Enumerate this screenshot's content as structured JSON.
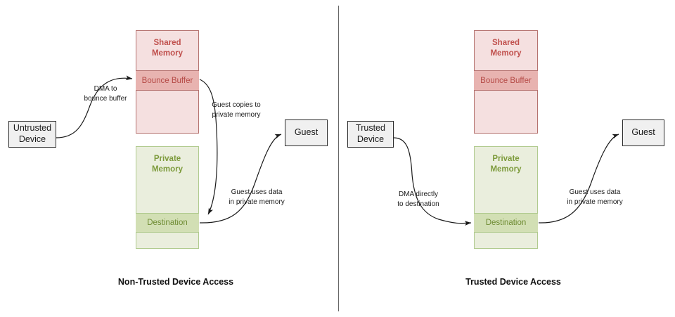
{
  "diagram": {
    "title_left": "Non-Trusted Device Access",
    "title_right": "Trusted Device Access",
    "colors": {
      "shared_fill": "#f5e0e0",
      "shared_stroke": "#b5726f",
      "shared_text": "#c0504d",
      "bounce_fill": "#e8b3b0",
      "private_fill": "#eaeedd",
      "private_stroke": "#b0ca8e",
      "private_text": "#7d9b3c",
      "destination_fill": "#d2dfb4",
      "box_fill": "#f0f0f0",
      "box_stroke": "#2b2b2b",
      "divider": "#666666"
    }
  },
  "left_panel": {
    "device_box": "Untrusted\nDevice",
    "shared_memory_title": "Shared\nMemory",
    "bounce_buffer": "Bounce Buffer",
    "private_memory_title": "Private\nMemory",
    "destination": "Destination",
    "guest_box": "Guest",
    "edge_dma": "DMA to\nbounce buffer",
    "edge_copy": "Guest copies to\nprivate memory",
    "edge_use": "Guest uses data\nin private memory"
  },
  "right_panel": {
    "device_box": "Trusted\nDevice",
    "shared_memory_title": "Shared\nMemory",
    "bounce_buffer": "Bounce Buffer",
    "private_memory_title": "Private\nMemory",
    "destination": "Destination",
    "guest_box": "Guest",
    "edge_dma": "DMA directly\nto destination",
    "edge_use": "Guest uses data\nin private memory"
  }
}
